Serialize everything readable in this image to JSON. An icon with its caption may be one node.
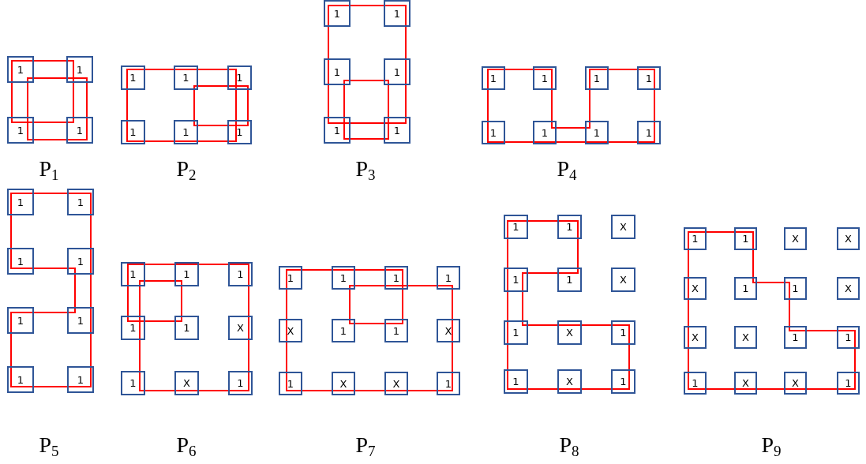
{
  "diagram": {
    "nodes": [
      {
        "text": [
          "1"
        ]
      },
      {
        "text": [
          "1"
        ]
      },
      {
        "text": [
          "1"
        ]
      },
      {
        "text": [
          "1"
        ]
      },
      {
        "text": [
          "1"
        ]
      },
      {
        "text": [
          "1"
        ]
      },
      {
        "text": [
          "1"
        ]
      },
      {
        "text": [
          "1"
        ]
      },
      {
        "text": [
          "1"
        ]
      },
      {
        "text": [
          "1"
        ]
      },
      {
        "text": [
          "1"
        ]
      },
      {
        "text": [
          "1"
        ]
      },
      {
        "text": [
          "1"
        ]
      },
      {
        "text": [
          "1"
        ]
      },
      {
        "text": [
          "1"
        ]
      },
      {
        "text": [
          "1"
        ]
      },
      {
        "text": [
          "1"
        ]
      },
      {
        "text": [
          "1"
        ]
      },
      {
        "text": [
          "1"
        ]
      },
      {
        "text": [
          "1"
        ]
      },
      {
        "text": [
          "1"
        ]
      },
      {
        "text": [
          "1"
        ]
      },
      {
        "text": [
          "1"
        ]
      },
      {
        "text": [
          "1"
        ]
      },
      {
        "text": [
          "1"
        ]
      },
      {
        "text": [
          "1"
        ]
      },
      {
        "text": [
          "1"
        ]
      },
      {
        "text": [
          "1"
        ]
      },
      {
        "text": [
          "1"
        ]
      },
      {
        "text": [
          "1"
        ]
      },
      {
        "text": [
          "1"
        ]
      },
      {
        "text": [
          "1"
        ]
      },
      {
        "text": [
          "1"
        ]
      },
      {
        "text": [
          "1"
        ]
      },
      {
        "text": [
          "1"
        ]
      },
      {
        "text": [
          "1"
        ]
      },
      {
        "text": [
          "1"
        ]
      },
      {
        "text": [
          "X"
        ]
      },
      {
        "text": [
          "1"
        ]
      },
      {
        "text": [
          "X"
        ]
      },
      {
        "text": [
          "1"
        ]
      },
      {
        "text": [
          "1"
        ]
      },
      {
        "text": [
          "1"
        ]
      },
      {
        "text": [
          "1"
        ]
      },
      {
        "text": [
          "1"
        ]
      },
      {
        "text": [
          "X"
        ]
      },
      {
        "text": [
          "1"
        ]
      },
      {
        "text": [
          "1"
        ]
      },
      {
        "text": [
          "X"
        ]
      },
      {
        "text": [
          "1"
        ]
      },
      {
        "text": [
          "X"
        ]
      },
      {
        "text": [
          "X"
        ]
      },
      {
        "text": [
          "1"
        ]
      },
      {
        "text": [
          "1"
        ]
      },
      {
        "text": [
          "1"
        ]
      },
      {
        "text": [
          "X"
        ]
      },
      {
        "text": [
          "1"
        ]
      },
      {
        "text": [
          "1"
        ]
      },
      {
        "text": [
          "X"
        ]
      },
      {
        "text": [
          "1"
        ]
      },
      {
        "text": [
          "X"
        ]
      },
      {
        "text": [
          "1"
        ]
      },
      {
        "text": [
          "1"
        ]
      },
      {
        "text": [
          "X"
        ]
      },
      {
        "text": [
          "1"
        ]
      },
      {
        "text": [
          "1"
        ]
      },
      {
        "text": [
          "1"
        ]
      },
      {
        "text": [
          "X"
        ]
      },
      {
        "text": [
          "X"
        ]
      },
      {
        "text": [
          "X"
        ]
      },
      {
        "text": [
          "1"
        ]
      },
      {
        "text": [
          "1"
        ]
      },
      {
        "text": [
          "X"
        ]
      },
      {
        "text": [
          "X"
        ]
      },
      {
        "text": [
          "X"
        ]
      },
      {
        "text": [
          "1"
        ]
      },
      {
        "text": [
          "1"
        ]
      },
      {
        "text": [
          "1"
        ]
      },
      {
        "text": [
          "X"
        ]
      },
      {
        "text": [
          "X"
        ]
      },
      {
        "text": [
          "1"
        ]
      }
    ],
    "labels": [
      "P$_{1}$",
      "P$_{2}$",
      "P$_{3}$",
      "P$_{4}$",
      "P$_{5}$",
      "P$_{6}$",
      "P$_{7}$",
      "P$_{8}$",
      "P$_{9}$"
    ]
  }
}
